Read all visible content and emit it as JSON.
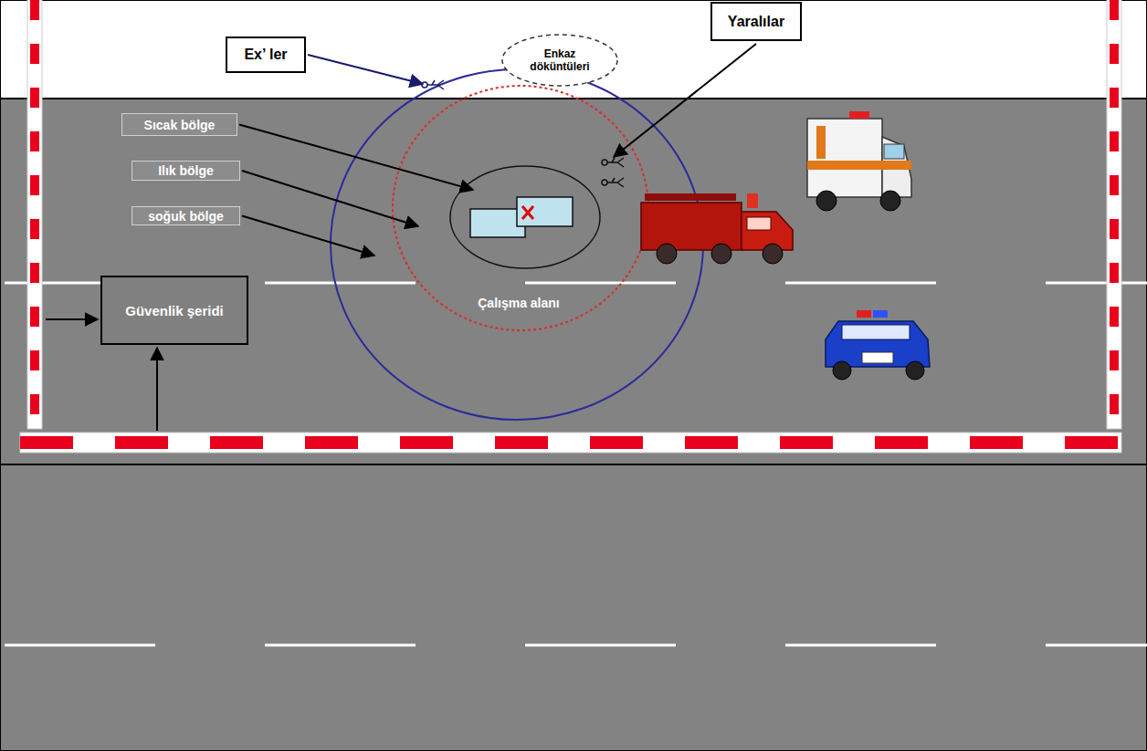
{
  "diagram": {
    "nodes": [
      {
        "text": [
          "Ex’ ler"
        ]
      },
      {
        "text": [
          "Enkaz döküntüleri"
        ]
      },
      {
        "text": [
          "Yaralılar"
        ]
      },
      {
        "text": [
          "Sıcak bölge"
        ]
      },
      {
        "text": [
          "Ilık bölge"
        ]
      },
      {
        "text": [
          "soğuk bölge"
        ]
      },
      {
        "text": [
          "Güvenlik şeridi"
        ]
      }
    ],
    "labels": [
      "Çalışma alanı"
    ]
  }
}
